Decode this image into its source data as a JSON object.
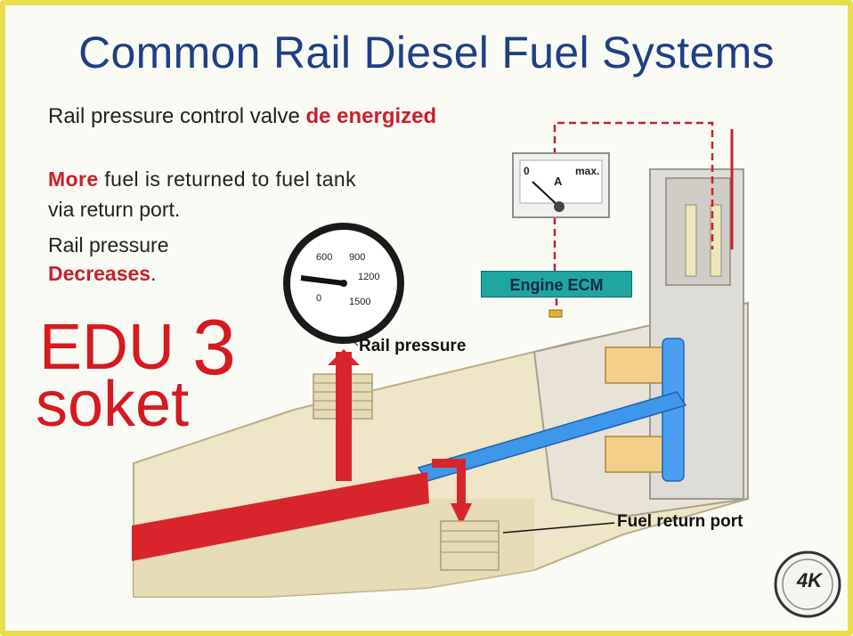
{
  "title": "Common Rail Diesel Fuel Systems",
  "line1": {
    "text": "Rail pressure control valve ",
    "highlight": "de energized"
  },
  "line2": {
    "highlight": "More",
    "text": " fuel is returned to fuel tank"
  },
  "line3": "via return port.",
  "line4": "Rail pressure",
  "line5": {
    "highlight": "Decreases",
    "tail": "."
  },
  "overlay": {
    "edu": "EDU ",
    "number": "3",
    "soket": "soket"
  },
  "labels": {
    "rail_pressure": "Rail pressure",
    "fuel_return_port": "Fuel return port",
    "engine_ecm": "Engine ECM"
  },
  "ammeter": {
    "zero": "0",
    "max": "max.",
    "unit": "A"
  },
  "pressure_gauge": {
    "ticks": [
      "600",
      "900",
      "1200",
      "1500",
      "0"
    ]
  },
  "logo": "4K",
  "colors": {
    "title": "#1f3f86",
    "highlight": "#c8202a",
    "overlay_red": "#d71920",
    "frame": "#e8de4a",
    "high_pressure_fuel": "#d8252b",
    "return_fuel": "#2f8fe0",
    "ecm_box": "#1fa6a0"
  }
}
